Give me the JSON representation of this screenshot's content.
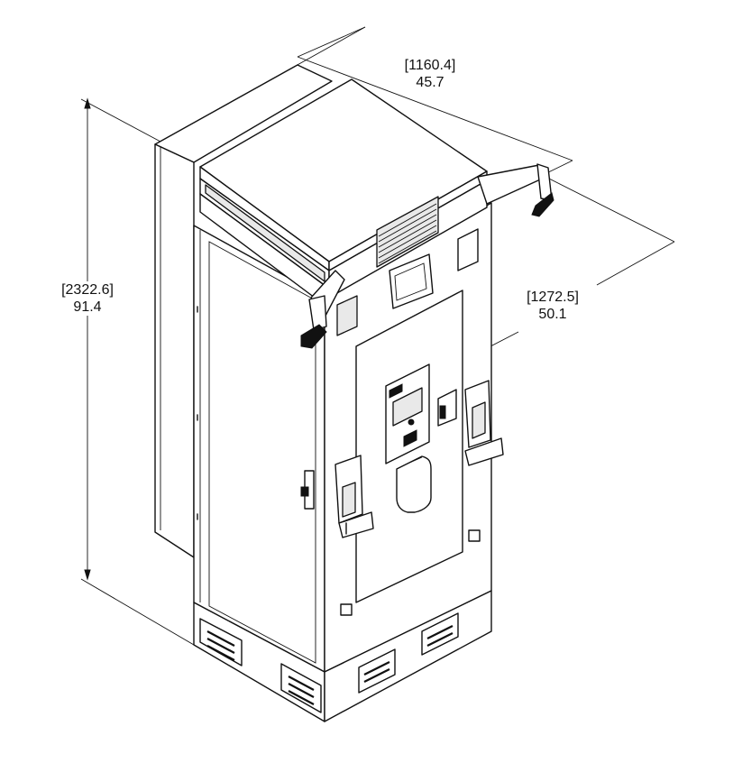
{
  "dimensions": {
    "width": {
      "mm": "1160.4",
      "in": "45.7"
    },
    "depth": {
      "mm": "1272.5",
      "in": "50.1"
    },
    "height": {
      "mm": "2322.6",
      "in": "91.4"
    }
  }
}
